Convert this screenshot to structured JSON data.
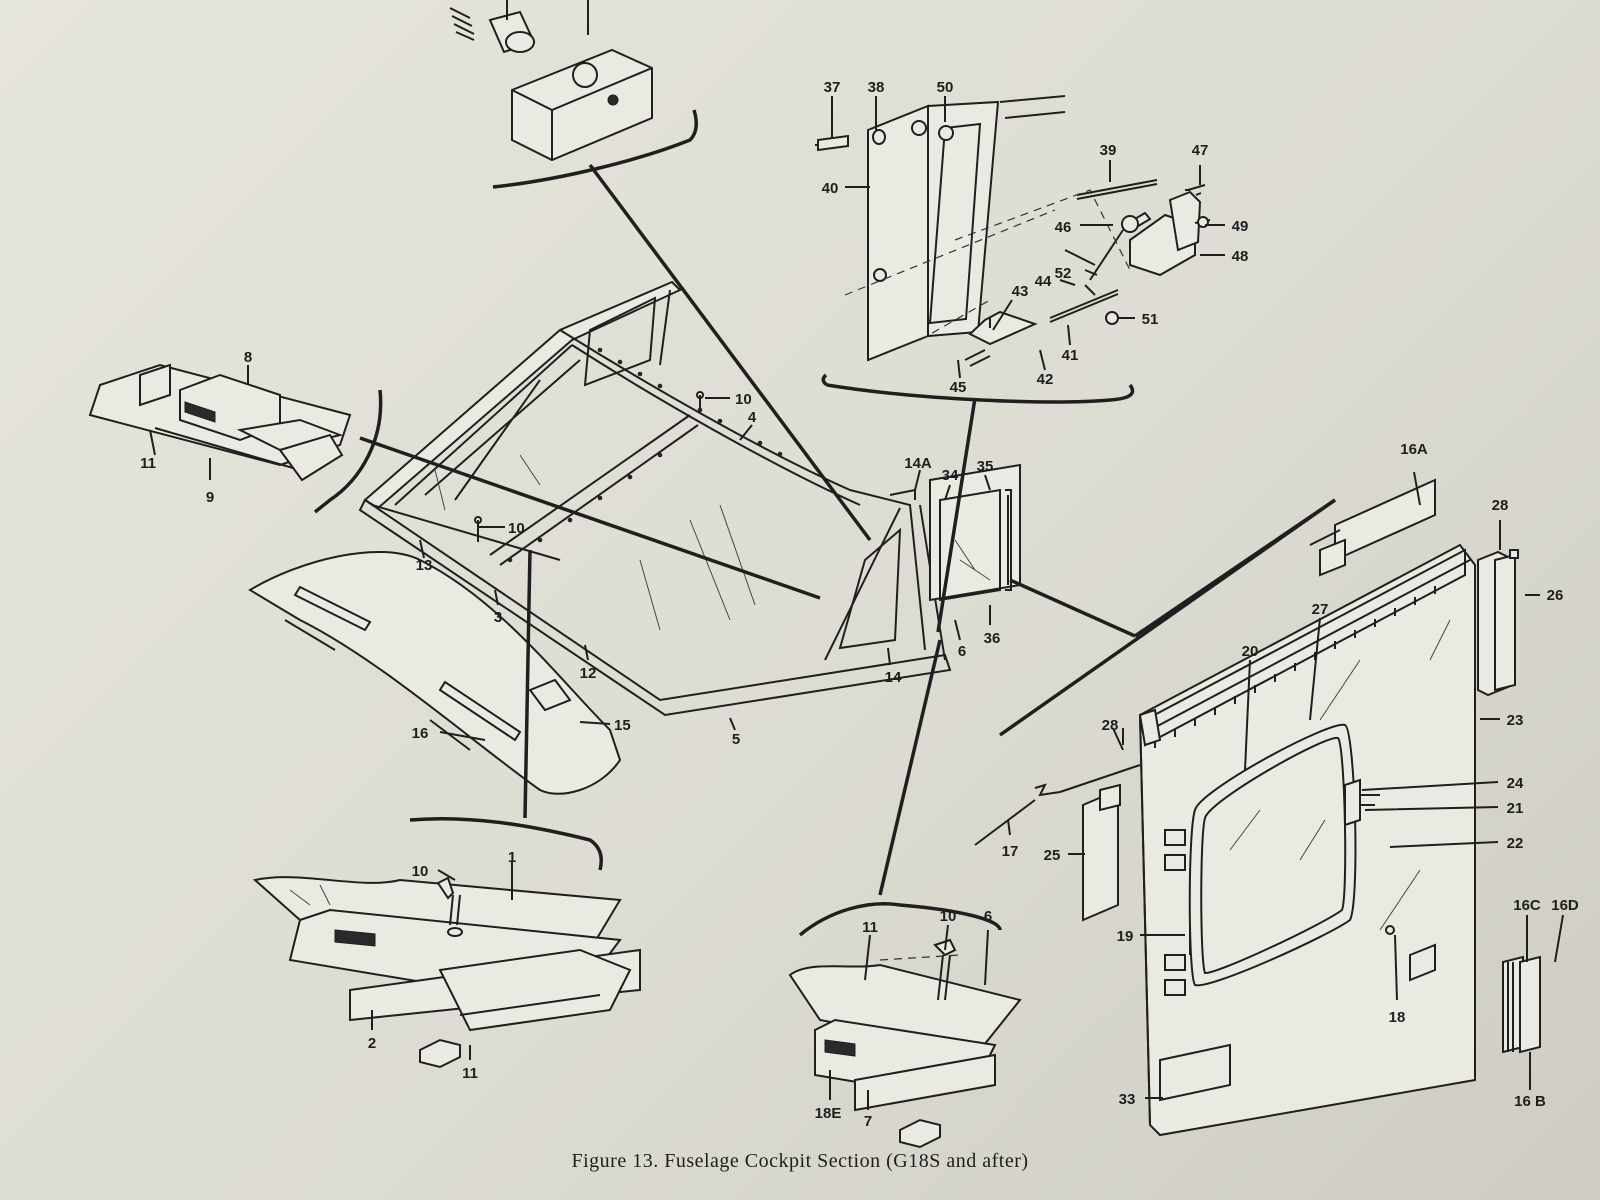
{
  "caption": "Figure 13.  Fuselage Cockpit Section (G18S and after)",
  "callouts": [
    {
      "id": "c37",
      "text": "37"
    },
    {
      "id": "c38",
      "text": "38"
    },
    {
      "id": "c50",
      "text": "50"
    },
    {
      "id": "c40",
      "text": "40"
    },
    {
      "id": "c39",
      "text": "39"
    },
    {
      "id": "c47",
      "text": "47"
    },
    {
      "id": "c46",
      "text": "46"
    },
    {
      "id": "c49",
      "text": "49"
    },
    {
      "id": "c48",
      "text": "48"
    },
    {
      "id": "c52",
      "text": "52"
    },
    {
      "id": "c43",
      "text": "43"
    },
    {
      "id": "c44",
      "text": "44"
    },
    {
      "id": "c51",
      "text": "51"
    },
    {
      "id": "c41",
      "text": "41"
    },
    {
      "id": "c42",
      "text": "42"
    },
    {
      "id": "c45",
      "text": "45"
    },
    {
      "id": "c8",
      "text": "8"
    },
    {
      "id": "c11a",
      "text": "11"
    },
    {
      "id": "c9",
      "text": "9"
    },
    {
      "id": "c10a",
      "text": "10"
    },
    {
      "id": "c4",
      "text": "4"
    },
    {
      "id": "c14A",
      "text": "14A"
    },
    {
      "id": "c34",
      "text": "34"
    },
    {
      "id": "c35",
      "text": "35"
    },
    {
      "id": "c10b",
      "text": "10"
    },
    {
      "id": "c13",
      "text": "13"
    },
    {
      "id": "c3",
      "text": "3"
    },
    {
      "id": "c12",
      "text": "12"
    },
    {
      "id": "c14",
      "text": "14"
    },
    {
      "id": "c6a",
      "text": "6"
    },
    {
      "id": "c36",
      "text": "36"
    },
    {
      "id": "c15",
      "text": "15"
    },
    {
      "id": "c16",
      "text": "16"
    },
    {
      "id": "c5",
      "text": "5"
    },
    {
      "id": "c16A",
      "text": "16A"
    },
    {
      "id": "c28a",
      "text": "28"
    },
    {
      "id": "c26",
      "text": "26"
    },
    {
      "id": "c27",
      "text": "27"
    },
    {
      "id": "c20",
      "text": "20"
    },
    {
      "id": "c23",
      "text": "23"
    },
    {
      "id": "c28b",
      "text": "28"
    },
    {
      "id": "c24",
      "text": "24"
    },
    {
      "id": "c21",
      "text": "21"
    },
    {
      "id": "c22",
      "text": "22"
    },
    {
      "id": "c17",
      "text": "17"
    },
    {
      "id": "c25",
      "text": "25"
    },
    {
      "id": "c19",
      "text": "19"
    },
    {
      "id": "c18",
      "text": "18"
    },
    {
      "id": "c16C",
      "text": "16C"
    },
    {
      "id": "c16D",
      "text": "16D"
    },
    {
      "id": "c16B",
      "text": "16 B"
    },
    {
      "id": "c33",
      "text": "33"
    },
    {
      "id": "c10c",
      "text": "10"
    },
    {
      "id": "c1",
      "text": "1"
    },
    {
      "id": "c2",
      "text": "2"
    },
    {
      "id": "c11b",
      "text": "11"
    },
    {
      "id": "c11c",
      "text": "11"
    },
    {
      "id": "c10d",
      "text": "10"
    },
    {
      "id": "c6b",
      "text": "6"
    },
    {
      "id": "c18E",
      "text": "18E"
    },
    {
      "id": "c7",
      "text": "7"
    }
  ]
}
